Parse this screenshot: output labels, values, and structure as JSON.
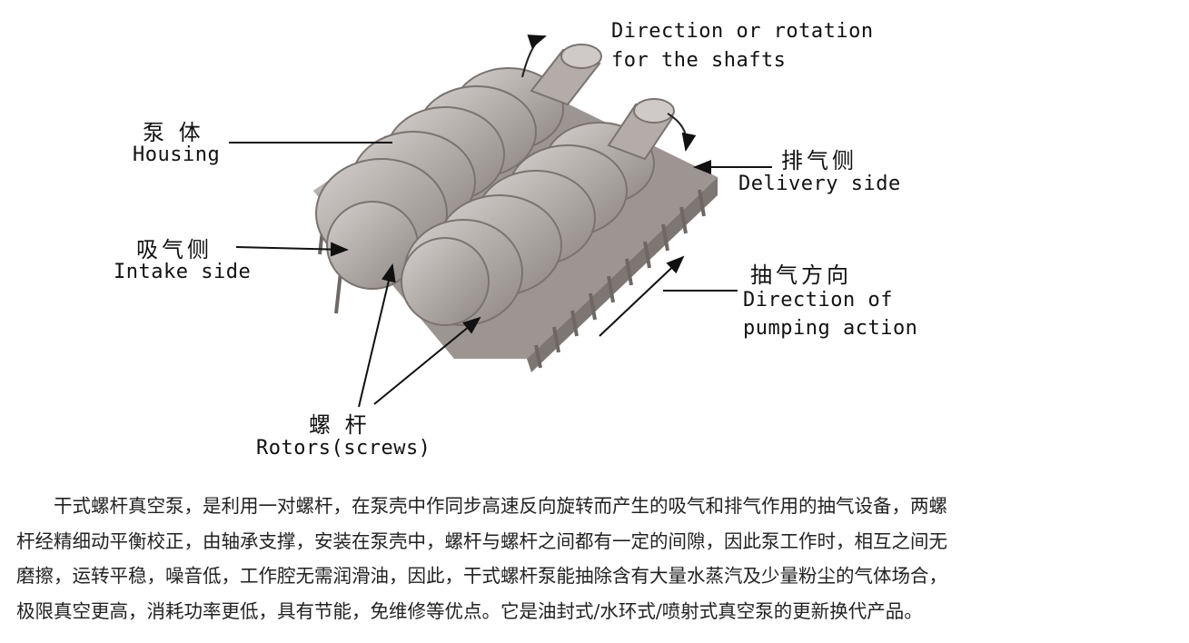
{
  "labels": {
    "rotation_line1": "Direction or rotation",
    "rotation_line2": "for the shafts",
    "housing_cn": "泵 体",
    "housing_en": "Housing",
    "delivery_cn": "排气侧",
    "delivery_en": "Delivery side",
    "intake_cn": "吸气侧",
    "intake_en": "Intake side",
    "pumping_cn": "抽气方向",
    "pumping_en1": "Direction of",
    "pumping_en2": "pumping action",
    "rotors_cn": "螺 杆",
    "rotors_en": "Rotors(screws)"
  },
  "paragraph": [
    "　　干式螺杆真空泵，是利用一对螺杆，在泵壳中作同步高速反向旋转而产生的吸气和排气作用的抽气设备，两螺",
    "杆经精细动平衡校正，由轴承支撑，安装在泵壳中，螺杆与螺杆之间都有一定的间隙，因此泵工作时，相互之间无",
    "磨擦，运转平稳，噪音低，工作腔无需润滑油，因此，干式螺杆泵能抽除含有大量水蒸汽及少量粉尘的气体场合，",
    "极限真空更高，消耗功率更低，具有节能，免维修等优点。它是油封式/水环式/喷射式真空泵的更新换代产品。"
  ]
}
